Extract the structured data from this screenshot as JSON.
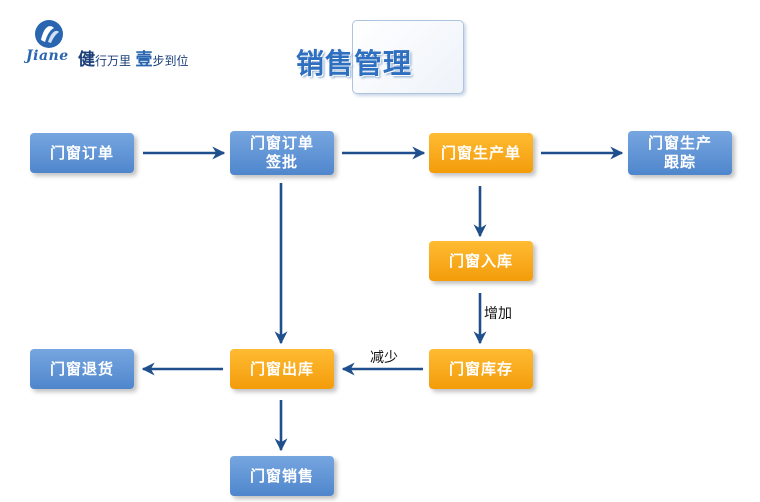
{
  "logo": {
    "wordmark": "Jiane",
    "slogan_a": "健",
    "slogan_b": "行万里",
    "slogan_c": "壹",
    "slogan_d": "步到位"
  },
  "title": "销售管理",
  "colors": {
    "blue_node": "#5b8fd4",
    "orange_node": "#f5a51c",
    "arrow": "#1f4f8c",
    "title": "#2f6fc0"
  },
  "nodes": {
    "order": "门窗订单",
    "approve": "门窗订单\n签批",
    "production": "门窗生产单",
    "tracking": "门窗生产\n跟踪",
    "stock_in": "门窗入库",
    "inventory": "门窗库存",
    "stock_out": "门窗出库",
    "return": "门窗退货",
    "sales": "门窗销售"
  },
  "edge_labels": {
    "increase": "增加",
    "decrease": "减少"
  }
}
